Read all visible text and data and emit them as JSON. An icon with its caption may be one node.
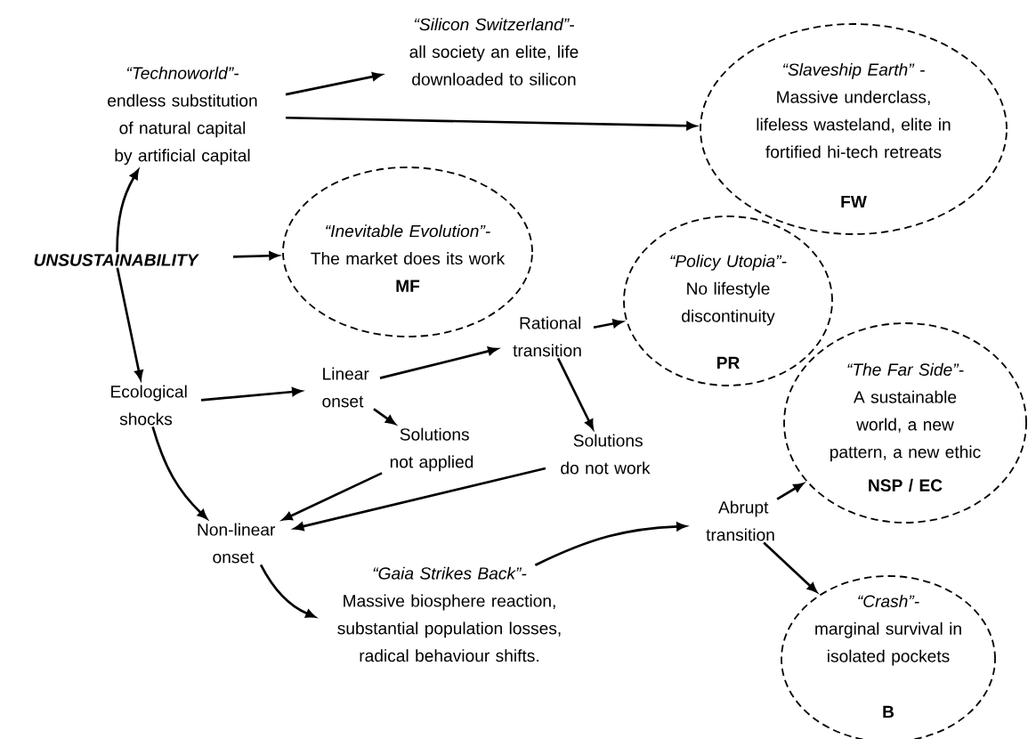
{
  "diagram": {
    "nodes": [
      {
        "text": [
          "UNSUSTAINABILITY"
        ]
      },
      {
        "text": [
          "“Technoworld”-",
          "endless substitution of natural capital by artificial capital"
        ]
      },
      {
        "text": [
          "“Silicon Switzerland”-",
          "all society an elite, life downloaded to silicon"
        ]
      },
      {
        "text": [
          "“Slaveship Earth” -",
          "Massive underclass, lifeless wasteland, elite in fortified hi-tech retreats",
          "FW"
        ]
      },
      {
        "text": [
          "“Inevitable Evolution”-",
          "The market does its work",
          "MF"
        ]
      },
      {
        "text": [
          "Ecological shocks"
        ]
      },
      {
        "text": [
          "Linear onset"
        ]
      },
      {
        "text": [
          "Rational transition"
        ]
      },
      {
        "text": [
          "“Policy Utopia”-",
          "No lifestyle discontinuity",
          "PR"
        ]
      },
      {
        "text": [
          "Solutions not applied"
        ]
      },
      {
        "text": [
          "Solutions do not work"
        ]
      },
      {
        "text": [
          "“The Far Side”-",
          "A sustainable world, a new pattern, a new ethic",
          "NSP / EC"
        ]
      },
      {
        "text": [
          "Non-linear onset"
        ]
      },
      {
        "text": [
          "“Gaia Strikes Back”-",
          "Massive biosphere reaction, substantial population losses, radical behaviour shifts."
        ]
      },
      {
        "text": [
          "Abrupt transition"
        ]
      },
      {
        "text": [
          "“Crash”-",
          "marginal survival in isolated pockets",
          "B"
        ]
      }
    ],
    "edges": [
      {
        "from": 0,
        "to": 1,
        "arrow": "to"
      },
      {
        "from": 0,
        "to": 4,
        "arrow": "to"
      },
      {
        "from": 0,
        "to": 5,
        "arrow": "to"
      },
      {
        "from": 1,
        "to": 2,
        "arrow": "to"
      },
      {
        "from": 1,
        "to": 3,
        "arrow": "to"
      },
      {
        "from": 5,
        "to": 6,
        "arrow": "to"
      },
      {
        "from": 5,
        "to": 12,
        "arrow": "to"
      },
      {
        "from": 6,
        "to": 7,
        "arrow": "to"
      },
      {
        "from": 6,
        "to": 9,
        "arrow": "to"
      },
      {
        "from": 7,
        "to": 8,
        "arrow": "to"
      },
      {
        "from": 7,
        "to": 10,
        "arrow": "to"
      },
      {
        "from": 9,
        "to": 12,
        "arrow": "to"
      },
      {
        "from": 10,
        "to": 12,
        "arrow": "to"
      },
      {
        "from": 12,
        "to": 13,
        "arrow": "to"
      },
      {
        "from": 13,
        "to": 14,
        "arrow": "to"
      },
      {
        "from": 14,
        "to": 11,
        "arrow": "to"
      },
      {
        "from": 14,
        "to": 15,
        "arrow": "to"
      }
    ]
  }
}
